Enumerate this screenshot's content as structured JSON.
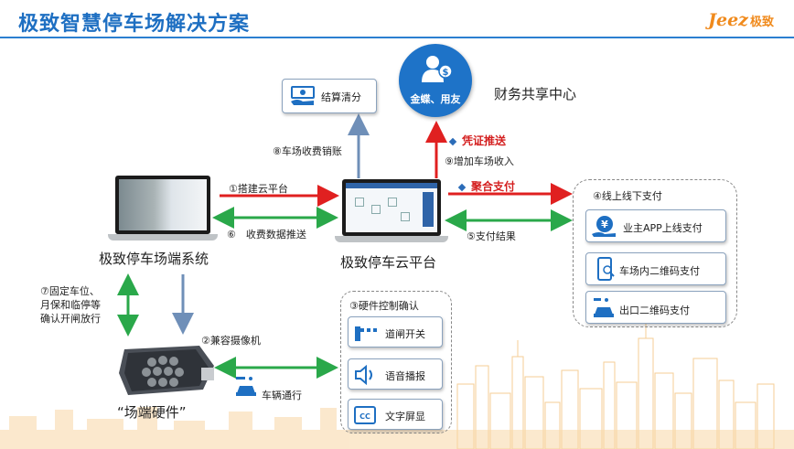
{
  "header": {
    "title": "极致智慧停车场解决方案",
    "logo_text": "Jeez",
    "logo_cn": "极致"
  },
  "nodes": {
    "settlement": "结算清分",
    "finance_center": "财务共享中心",
    "finance_icon_text": "金蝶、用友",
    "cloud_platform": "极致停车云平台",
    "local_system": "极致停车场端系统",
    "hardware": "“场端硬件”"
  },
  "edges": {
    "e8": "⑧车场收费销账",
    "e9": "⑨增加车场收入",
    "voucher": "凭证推送",
    "aggregate": "聚合支付",
    "e1": "①搭建云平台",
    "e6": "⑥　收费数据推送",
    "e5": "⑤支付结果",
    "e7_l1": "⑦固定车位、",
    "e7_l2": "月保和临停等",
    "e7_l3": "确认开闸放行",
    "e2": "②兼容摄像机",
    "vehicle": "车辆通行"
  },
  "payment_group": {
    "title": "④线上线下支付",
    "items": [
      "业主APP上线支付",
      "车场内二维码支付",
      "出口二维码支付"
    ]
  },
  "hardware_group": {
    "title": "③硬件控制确认",
    "items": [
      "道闸开关",
      "语音播报",
      "文字屏显"
    ]
  },
  "colors": {
    "accent": "#1e6fc2",
    "red": "#e02020",
    "green": "#2aa84a",
    "steel": "#6f8fb8",
    "skyline": "#f5c98a"
  }
}
